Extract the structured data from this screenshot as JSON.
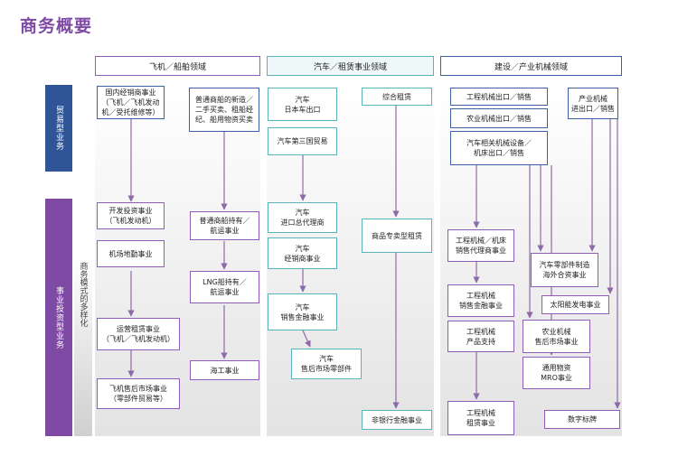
{
  "title": "商务概要",
  "rows": {
    "trade": "贸易型业务",
    "investment": "事业投资型业务",
    "diversify": "商务模式的多样化"
  },
  "columns": {
    "aviation": "飞机／船舶领域",
    "auto": "汽车／租赁事业领域",
    "construction": "建设／产业机械领域"
  },
  "aviation": {
    "domestic": "国内经销商事业\n（飞机／飞机发动\n机／受托维修等）",
    "ship_trade": "普通商船的新造／\n二手买卖、租船经\n纪、船用物资买卖",
    "engine_dev": "开发投资事业\n（飞机发动机）",
    "airport": "机场地勤事业",
    "ship_own": "普通商船持有／\n航运事业",
    "lng": "LNG船持有／\n航运事业",
    "leasing": "运营租赁事业\n（飞机／飞机发动机）",
    "marine": "海工事业",
    "aftermarket": "飞机售后市场事业\n（零部件贸易等）"
  },
  "auto": {
    "export": "汽车\n日本车出口",
    "third": "汽车第三国贸易",
    "general_lease": "综合租赁",
    "import": "汽车\n进口总代理商",
    "dealer": "汽车\n经销商事业",
    "special_lease": "商品专卖型租赁",
    "finance": "汽车\n销售金融事业",
    "parts": "汽车\n售后市场零部件",
    "nonbank": "非银行金融事业"
  },
  "construction": {
    "cm_export": "工程机械出口／销售",
    "farm_export": "农业机械出口／销售",
    "equip_export": "汽车相关机械设备／\n机床出口／销售",
    "industrial": "产业机械\n进出口／销售",
    "cm_dealer": "工程机械／机床\n销售代理商事业",
    "parts_jv": "汽车零部件制造\n海外合资事业",
    "cm_finance": "工程机械\n销售金融事业",
    "solar": "太阳能发电事业",
    "cm_support": "工程机械\n产品支持",
    "farm_after": "农业机械\n售后市场事业",
    "mro": "通用物资\nMRO事业",
    "cm_rental": "工程机械\n租赁事业",
    "digital": "数字标牌"
  },
  "colors": {
    "title": "#7e4aa3",
    "trade_band": "#2f5597",
    "invest_band": "#7e4aa3",
    "aviation_accent": "#8f5db7",
    "auto_accent": "#59b3b8",
    "construction_accent": "#3d5fa3",
    "arrow": "#8f6aa8"
  }
}
